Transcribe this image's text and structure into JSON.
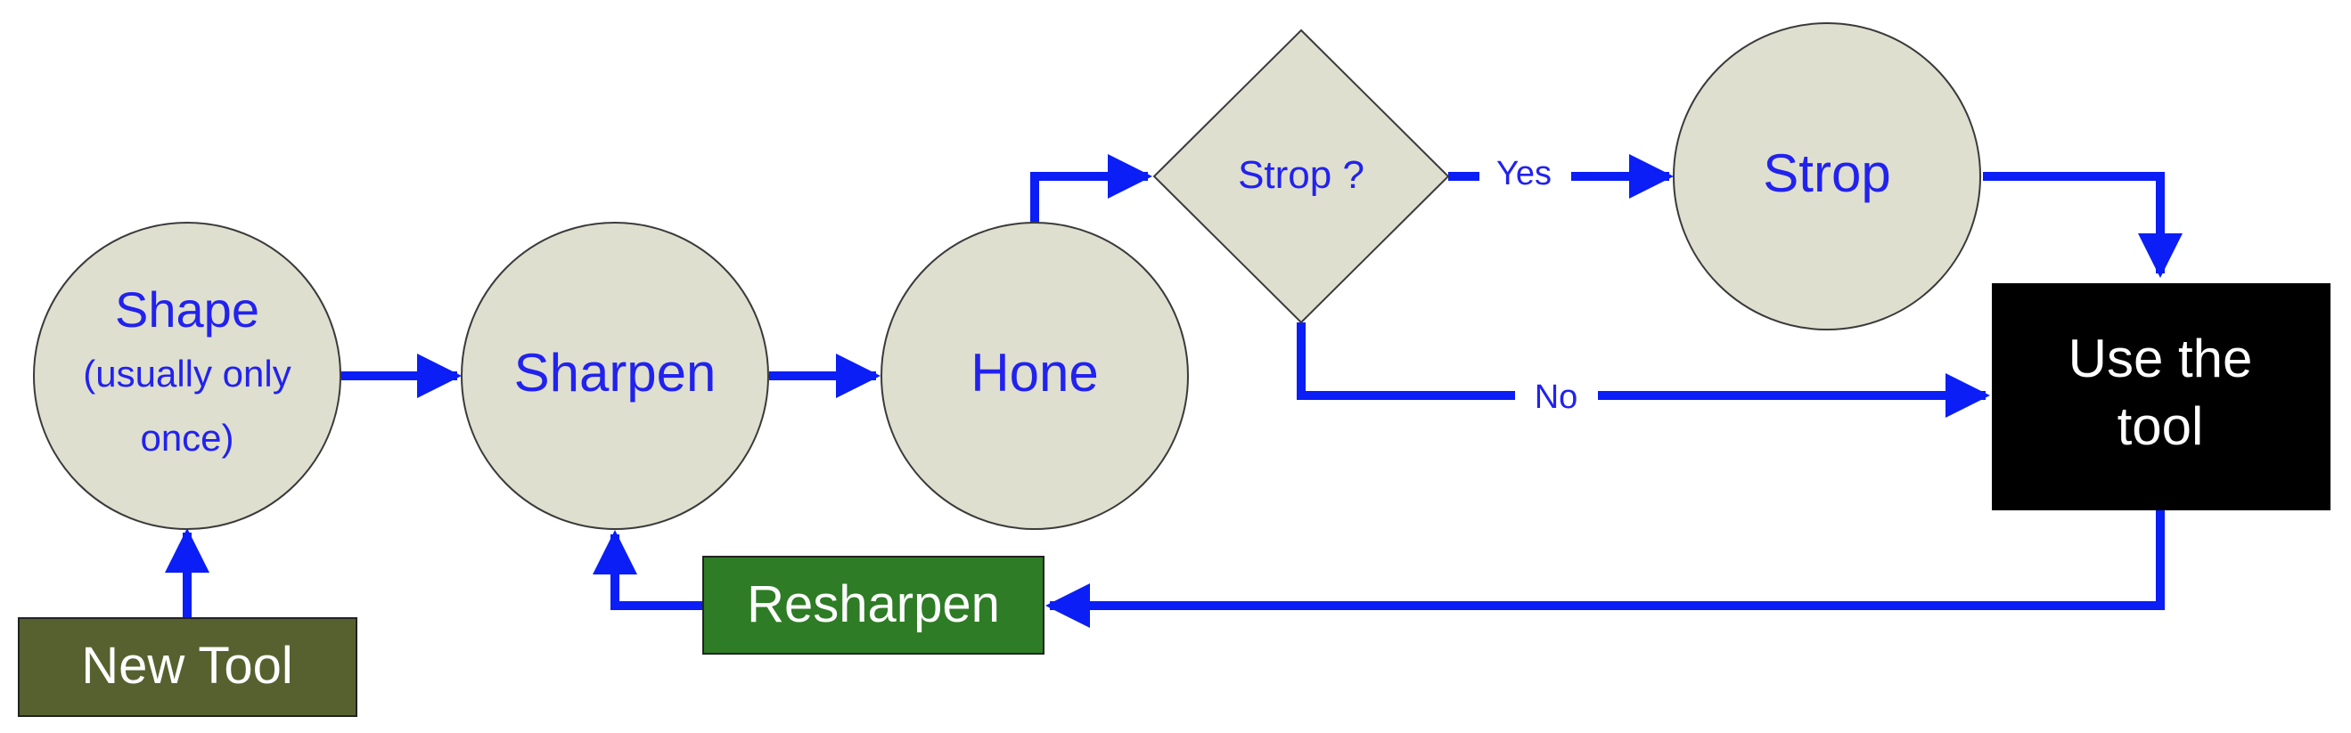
{
  "colors": {
    "arrow": "#0a1ef5",
    "circle_fill": "#dfdfd0",
    "circle_stroke": "#3a3a3a",
    "node_text": "#2222ee",
    "new_tool_fill": "#56612f",
    "resharpen_fill": "#2e7c25",
    "use_tool_fill": "#000000",
    "label_white": "#ffffff"
  },
  "nodes": {
    "shape": {
      "line1": "Shape",
      "line2": "(usually only",
      "line3": "once)"
    },
    "sharpen": {
      "label": "Sharpen"
    },
    "hone": {
      "label": "Hone"
    },
    "strop_decision": {
      "label": "Strop ?"
    },
    "strop": {
      "label": "Strop"
    },
    "use_tool": {
      "line1": "Use the",
      "line2": "tool"
    },
    "resharpen": {
      "label": "Resharpen"
    },
    "new_tool": {
      "label": "New Tool"
    }
  },
  "edges": {
    "yes_label": "Yes",
    "no_label": "No"
  }
}
